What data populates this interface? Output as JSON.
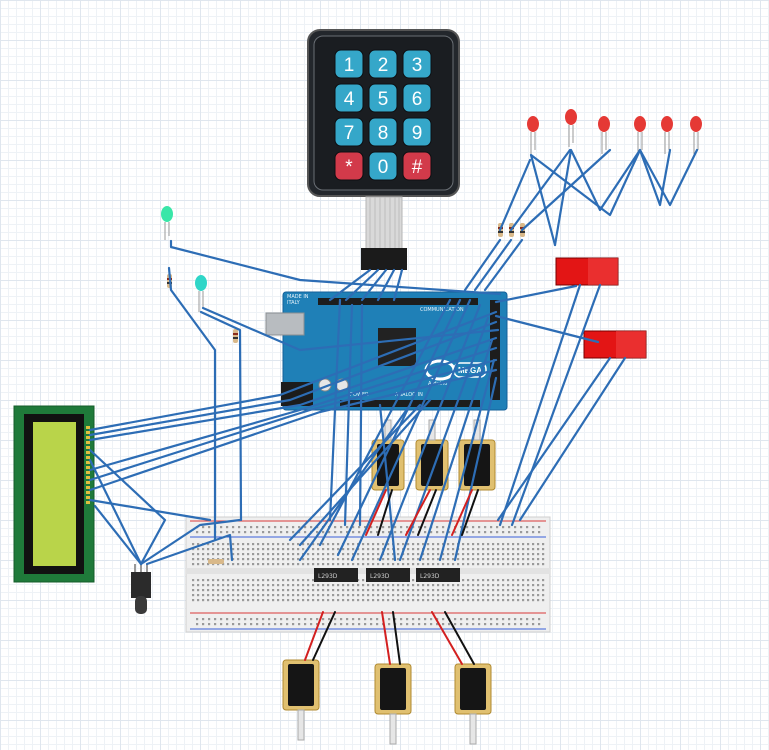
{
  "keypad": {
    "keys": [
      "1",
      "2",
      "3",
      "4",
      "5",
      "6",
      "7",
      "8",
      "9",
      "*",
      "0",
      "#"
    ]
  },
  "arduino": {
    "board_name": "MEGA",
    "brand_text": "Arduino",
    "made_in": "MADE IN",
    "country": "ITALY",
    "communication": "COMMUNICATION",
    "analog_in": "ANALOG IN",
    "power": "POWER"
  },
  "ics": {
    "label": "L293D"
  },
  "colors": {
    "wire": "#2d6db5",
    "board": "#1f80b7",
    "lcd_pcb": "#1f7a3a",
    "lcd_screen": "#b9d44a",
    "led_red": "#e53935",
    "led_green": "#39e6a8",
    "relay_red": "#e31515",
    "key_blue": "#35a7c9",
    "key_red": "#d23a4a"
  }
}
